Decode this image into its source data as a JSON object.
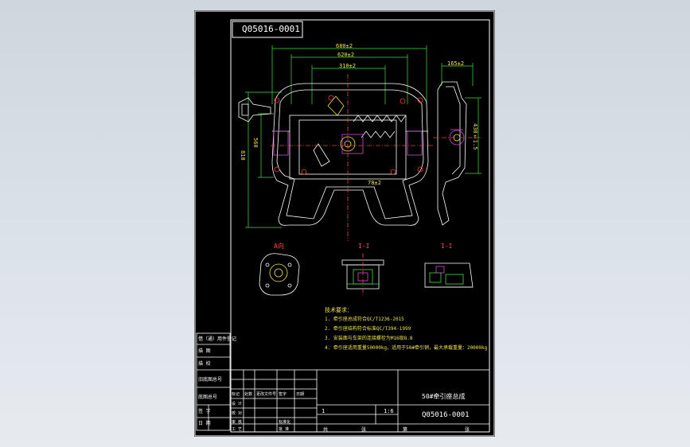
{
  "header_code": "Q05016-0001",
  "dims": {
    "width_top": "680±2",
    "width_mid": "620±2",
    "width_inner": "310±2",
    "height_left": "810",
    "height_inner": "560",
    "side_top": "165±2",
    "side_right": "430±1.5",
    "inner_small": "78±2"
  },
  "views": {
    "a": "A向",
    "b": "I-I",
    "c": "I-I"
  },
  "notes": {
    "title": "技术要求：",
    "lines": [
      "1. 牵引座总成符合QC/T1236-2015",
      "2. 牵引座结构符合标准QC/T394-1999",
      "3. 安装面与车架的连接螺栓为M16级8.8",
      "4. 牵引座适用重量50000kg，适用于50#牵引销，最大承载重量：20000kg"
    ]
  },
  "left_block": [
    "借（通）用件登记",
    "描 图",
    "描 校",
    "旧底图总号",
    "底图总号",
    "签 字",
    "日 期"
  ],
  "title_block": {
    "name": "50#牵引座总成",
    "code": "Q05016-0001",
    "scale": "1:6",
    "qty": "1",
    "headers": [
      "标记",
      "处数",
      "更改文件号",
      "签字",
      "日期"
    ],
    "rows": [
      "设 计",
      "校 对",
      "审 核",
      "工 艺",
      "标准化",
      "批 准"
    ],
    "bottom": [
      "共",
      "张",
      "第",
      "张"
    ]
  }
}
